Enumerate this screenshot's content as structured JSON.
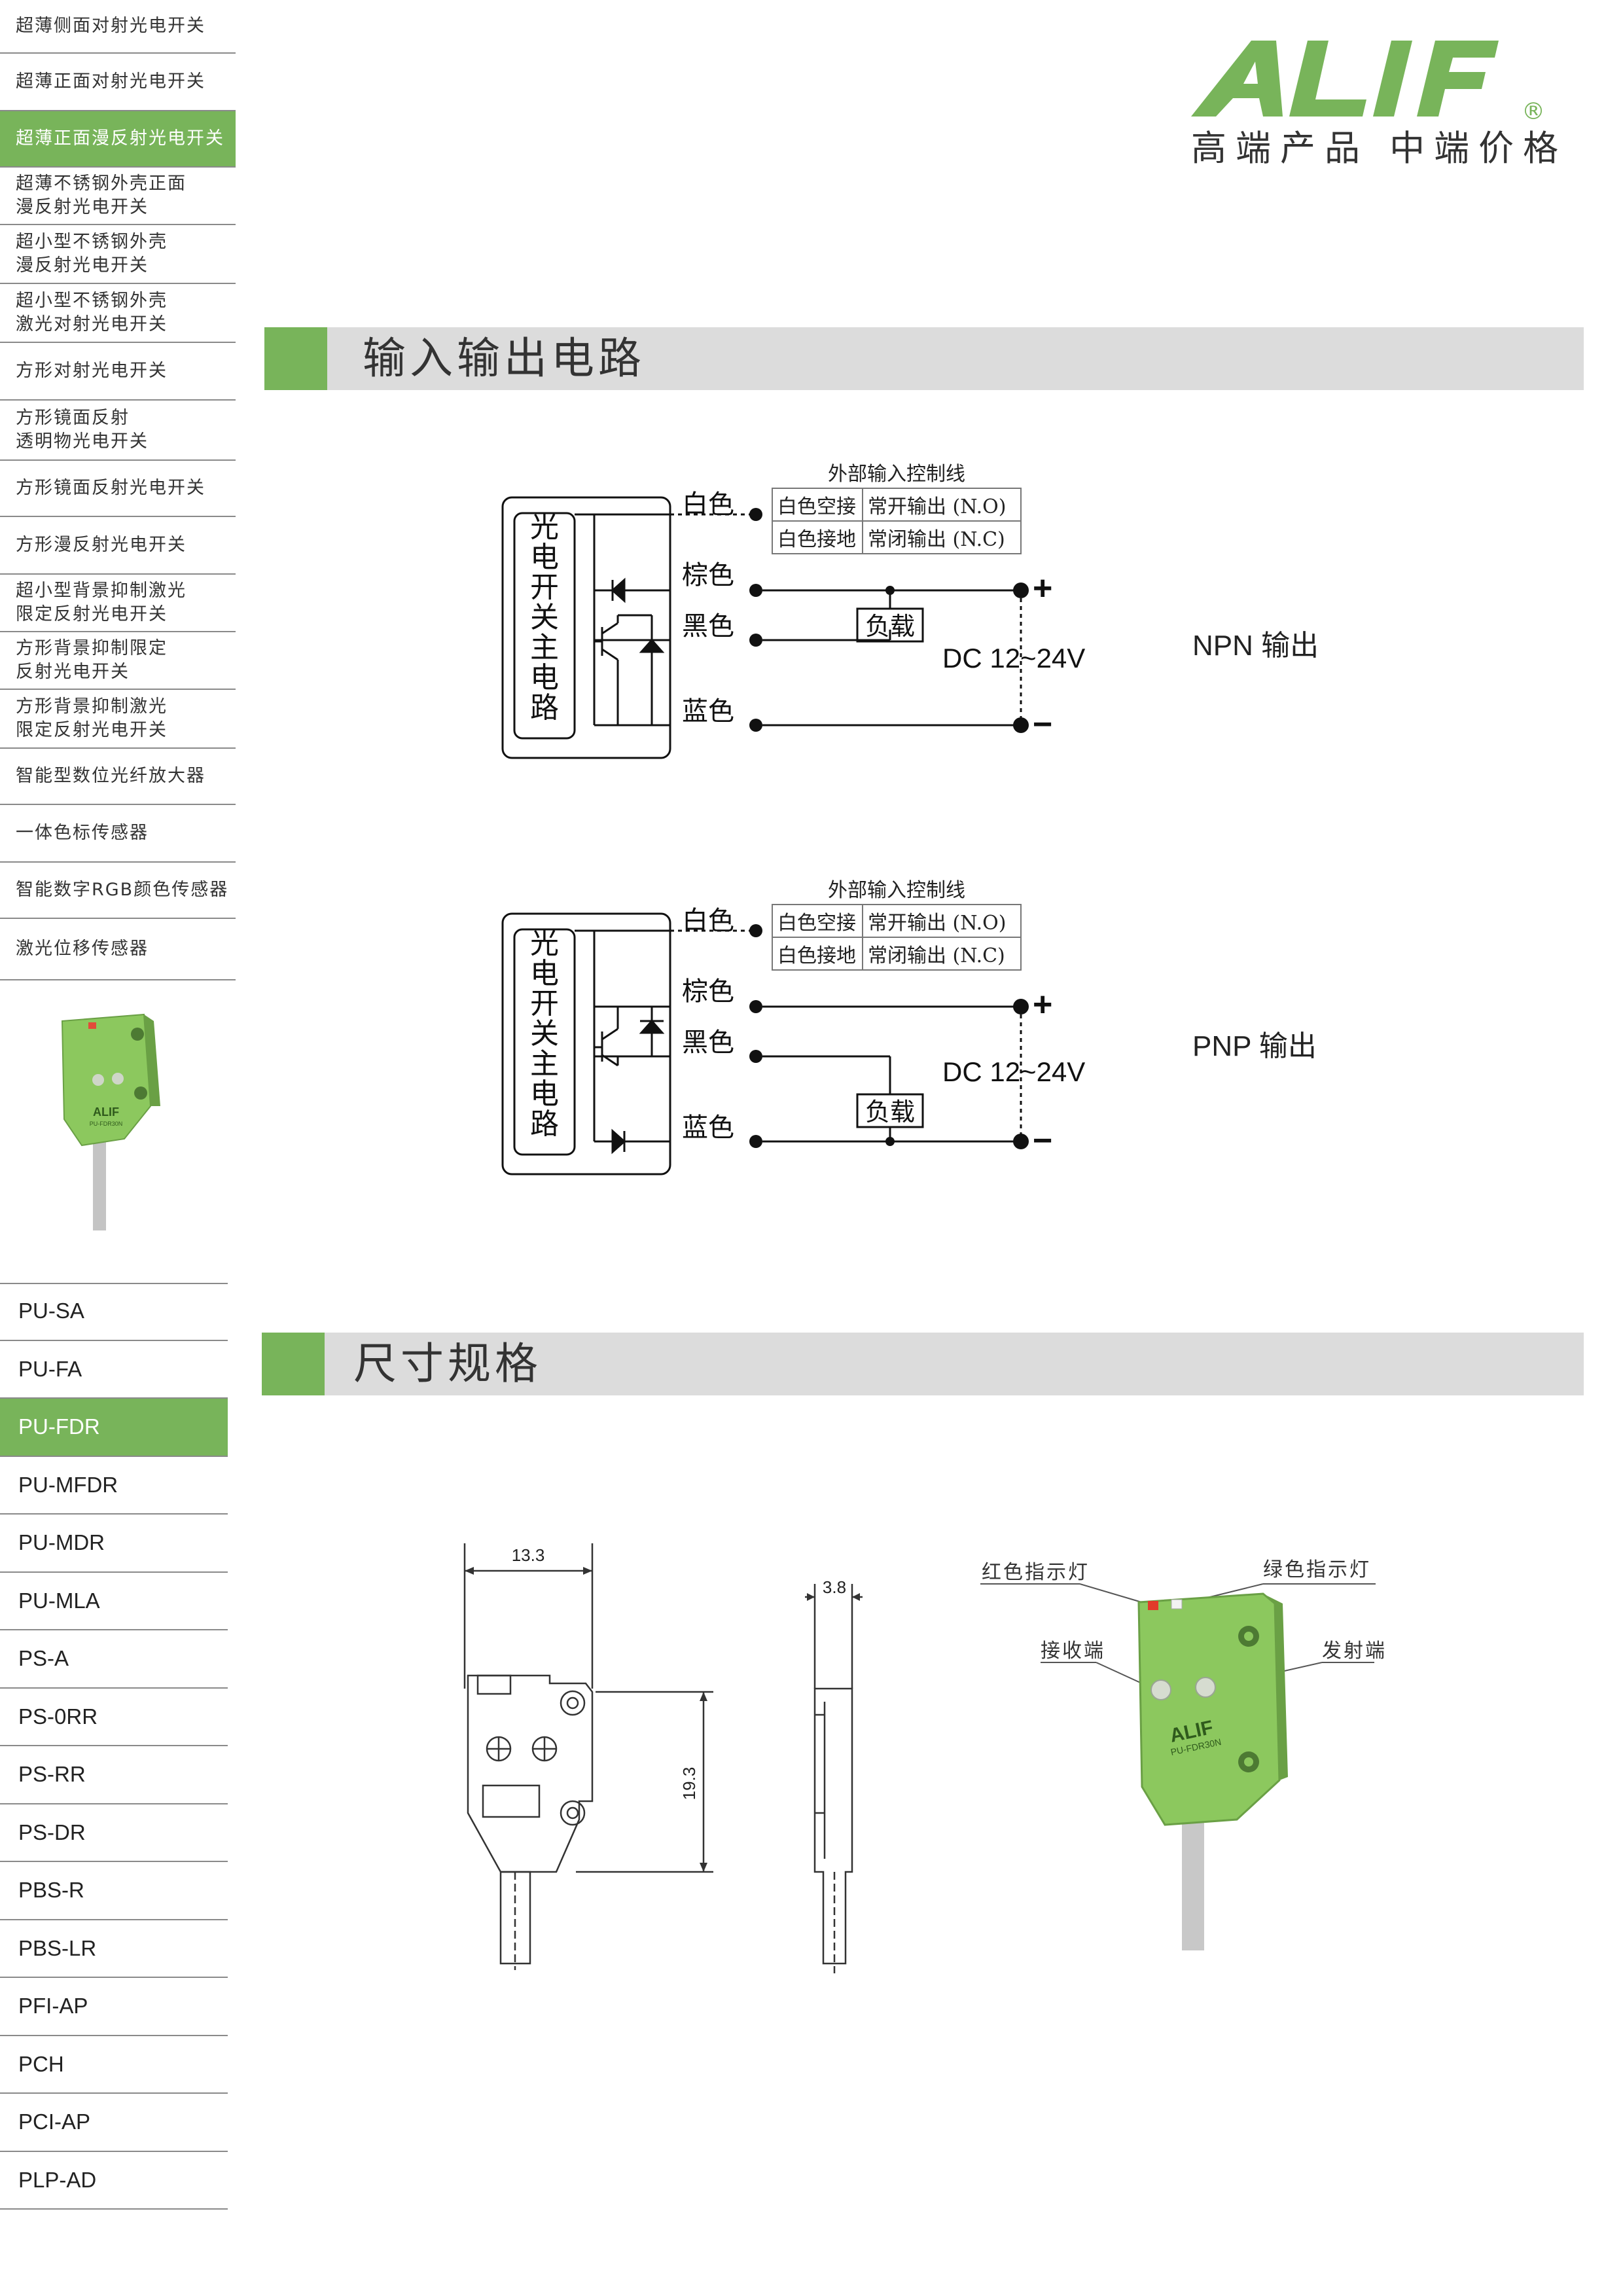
{
  "sidebar": {
    "categories": [
      {
        "label": "超薄侧面对射光电开关",
        "active": false
      },
      {
        "label": "超薄正面对射光电开关",
        "active": false
      },
      {
        "label": "超薄正面漫反射光电开关",
        "active": true
      },
      {
        "label": "超薄不锈钢外壳正面\n漫反射光电开关",
        "active": false
      },
      {
        "label": "超小型不锈钢外壳\n漫反射光电开关",
        "active": false
      },
      {
        "label": "超小型不锈钢外壳\n激光对射光电开关",
        "active": false
      },
      {
        "label": "方形对射光电开关",
        "active": false
      },
      {
        "label": "方形镜面反射\n透明物光电开关",
        "active": false
      },
      {
        "label": "方形镜面反射光电开关",
        "active": false
      },
      {
        "label": "方形漫反射光电开关",
        "active": false
      },
      {
        "label": "超小型背景抑制激光\n限定反射光电开关",
        "active": false
      },
      {
        "label": "方形背景抑制限定\n反射光电开关",
        "active": false
      },
      {
        "label": "方形背景抑制激光\n限定反射光电开关",
        "active": false
      },
      {
        "label": "智能型数位光纤放大器",
        "active": false
      },
      {
        "label": "一体色标传感器",
        "active": false
      },
      {
        "label": "智能数字RGB颜色传感器",
        "active": false
      },
      {
        "label": "激光位移传感器",
        "active": false
      }
    ],
    "models": [
      {
        "label": "PU-SA",
        "active": false
      },
      {
        "label": "PU-FA",
        "active": false
      },
      {
        "label": "PU-FDR",
        "active": true
      },
      {
        "label": "PU-MFDR",
        "active": false
      },
      {
        "label": "PU-MDR",
        "active": false
      },
      {
        "label": "PU-MLA",
        "active": false
      },
      {
        "label": "PS-A",
        "active": false
      },
      {
        "label": "PS-0RR",
        "active": false
      },
      {
        "label": "PS-RR",
        "active": false
      },
      {
        "label": "PS-DR",
        "active": false
      },
      {
        "label": "PBS-R",
        "active": false
      },
      {
        "label": "PBS-LR",
        "active": false
      },
      {
        "label": "PFI-AP",
        "active": false
      },
      {
        "label": "PCH",
        "active": false
      },
      {
        "label": "PCI-AP",
        "active": false
      },
      {
        "label": "PLP-AD",
        "active": false
      }
    ],
    "thumb_label": "ALIF",
    "thumb_model": "PU-FDR30N"
  },
  "brand": {
    "logo_text": "ALIF",
    "registered": "®",
    "slogan": "高端产品  中端价格",
    "brand_color": "#78b45a"
  },
  "sections": {
    "io_title": "输入输出电路",
    "dim_title": "尺寸规格"
  },
  "circuit": {
    "main_circuit": "光电开关主电路",
    "ext_control": "外部输入控制线",
    "table": [
      [
        "白色空接",
        "常开输出 (N.O)"
      ],
      [
        "白色接地",
        "常闭输出 (N.C)"
      ]
    ],
    "wires": [
      "白色",
      "棕色",
      "黑色",
      "蓝色"
    ],
    "load": "负载",
    "voltage": "DC 12~24V",
    "plus": "+",
    "minus": "−",
    "npn_label": "NPN 输出",
    "pnp_label": "PNP 输出"
  },
  "dimensions": {
    "width": "13.3",
    "height": "19.3",
    "thickness": "3.8",
    "red_led": "红色指示灯",
    "green_led": "绿色指示灯",
    "receiver": "接收端",
    "emitter": "发射端",
    "product_logo": "ALIF",
    "product_model": "PU-FDR30N"
  }
}
